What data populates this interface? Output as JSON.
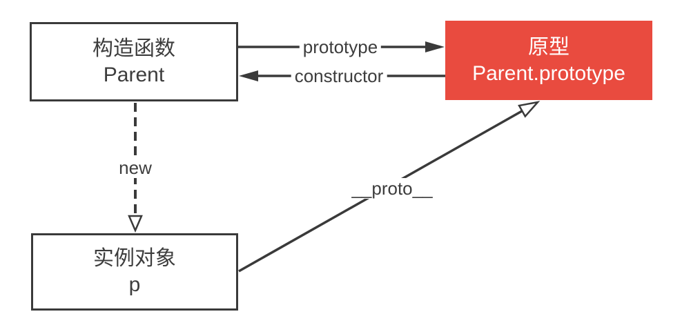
{
  "diagram": {
    "type": "prototype-chain-diagram",
    "colors": {
      "stroke": "#3a3a3a",
      "node_background": "#ffffff",
      "accent_red": "#e94b3f",
      "text_dark": "#3d3d3d",
      "text_light": "#ffffff"
    },
    "nodes": {
      "constructor": {
        "line1": "构造函数",
        "line2": "Parent"
      },
      "prototype": {
        "line1": "原型",
        "line2": "Parent.prototype"
      },
      "instance": {
        "line1": "实例对象",
        "line2": "p"
      }
    },
    "edges": {
      "prototype": {
        "label": "prototype",
        "from": "constructor",
        "to": "prototype",
        "style": "solid",
        "head": "filled"
      },
      "constructor": {
        "label": "constructor",
        "from": "prototype",
        "to": "constructor",
        "style": "solid",
        "head": "filled"
      },
      "new": {
        "label": "new",
        "from": "constructor",
        "to": "instance",
        "style": "dashed",
        "head": "hollow"
      },
      "proto": {
        "label": "__proto__",
        "from": "instance",
        "to": "prototype",
        "style": "solid",
        "head": "hollow"
      }
    }
  }
}
